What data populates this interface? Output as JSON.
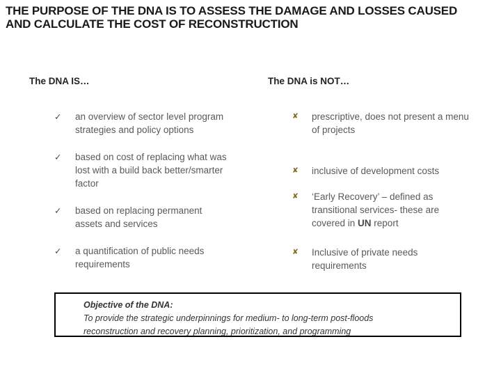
{
  "slide": {
    "title_line1": "THE PURPOSE OF THE DNA IS TO ASSESS THE DAMAGE AND LOSSES CAUSED",
    "title_line2": "AND CALCULATE THE COST OF RECONSTRUCTION"
  },
  "glyphs": {
    "check": "✓",
    "cross": "✘"
  },
  "columns": {
    "left": {
      "header": "The DNA IS…",
      "items": [
        {
          "text": "an overview of sector level program strategies and policy options"
        },
        {
          "text": "based on cost of replacing what was lost with a build back better/smarter factor"
        },
        {
          "text": "based on replacing permanent assets and services"
        },
        {
          "text": "a quantification of public needs requirements"
        }
      ]
    },
    "right": {
      "header": "The DNA is NOT…",
      "items": [
        {
          "text": "prescriptive, does not present a menu of projects"
        },
        {
          "text": "inclusive of development costs"
        },
        {
          "pre": "‘Early Recovery’ – defined as transitional services- these are covered in ",
          "bold": "UN",
          "post": " report"
        },
        {
          "text": "Inclusive of private needs requirements"
        }
      ]
    }
  },
  "objective": {
    "heading": "Objective of the DNA:",
    "line1": "To provide the strategic underpinnings for medium- to long-term post-floods",
    "line2": "reconstruction and recovery planning, prioritization, and programming"
  },
  "colors": {
    "title": "#1a1a1a",
    "header": "#262321",
    "body_text": "#595959",
    "check_mark": "#4a4a45",
    "cross_mark": "#7c6a1f",
    "box_border": "#000000"
  }
}
